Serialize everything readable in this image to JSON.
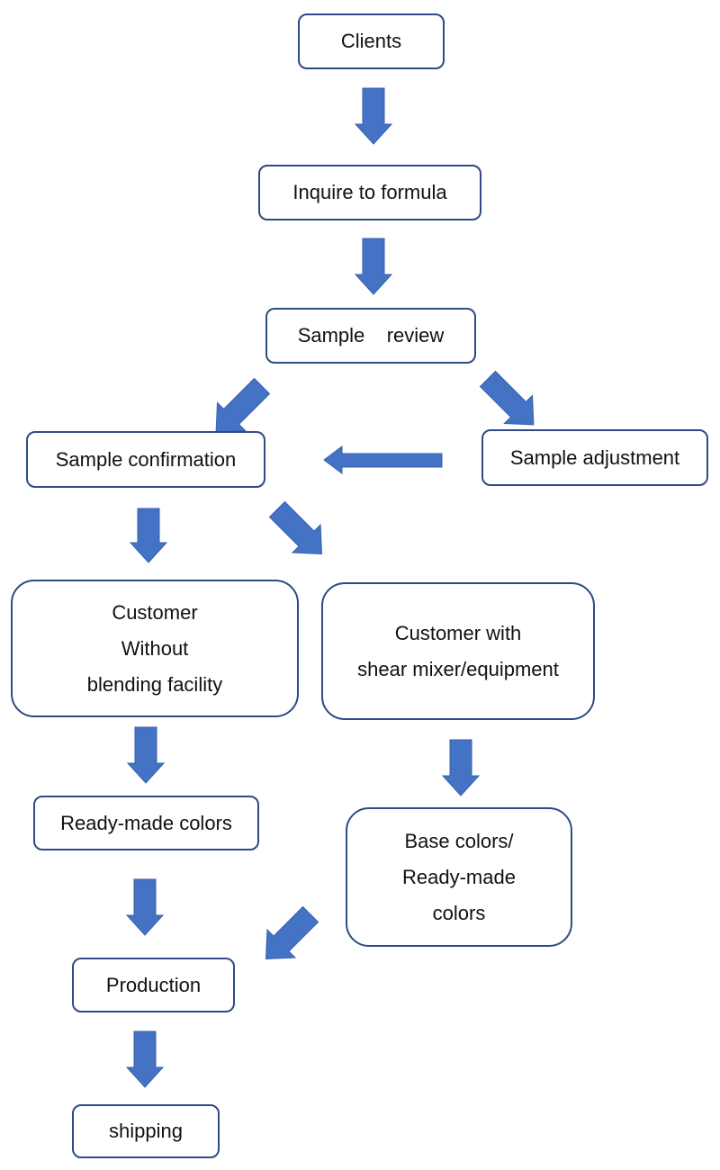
{
  "colors": {
    "box_border": "#2e4a87",
    "arrow_fill": "#4472c4",
    "text": "#111111",
    "background": "#ffffff"
  },
  "nodes": {
    "clients": "Clients",
    "inquire": "Inquire to formula",
    "sample_review": "Sample    review",
    "sample_confirmation": "Sample confirmation",
    "sample_adjustment": "Sample adjustment",
    "customer_without": "Customer\nWithout\nblending facility",
    "customer_with": "Customer with\nshear mixer/equipment",
    "ready_made": "Ready-made colors",
    "base_colors": "Base colors/\nReady-made\ncolors",
    "production": "Production",
    "shipping": "shipping"
  }
}
